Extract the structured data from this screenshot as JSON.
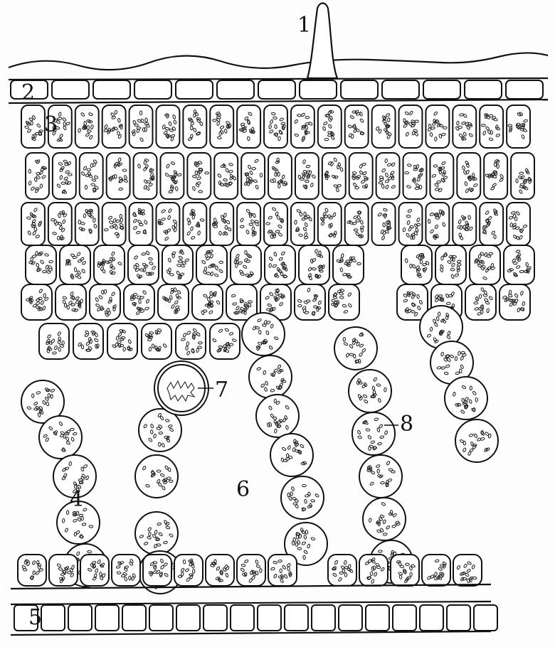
{
  "figure": {
    "labels": [
      {
        "id": "1",
        "text": "1"
      },
      {
        "id": "2",
        "text": "2"
      },
      {
        "id": "3",
        "text": "3"
      },
      {
        "id": "4",
        "text": "4"
      },
      {
        "id": "5",
        "text": "5"
      },
      {
        "id": "6",
        "text": "6"
      },
      {
        "id": "7",
        "text": "7"
      },
      {
        "id": "8",
        "text": "8"
      }
    ]
  }
}
